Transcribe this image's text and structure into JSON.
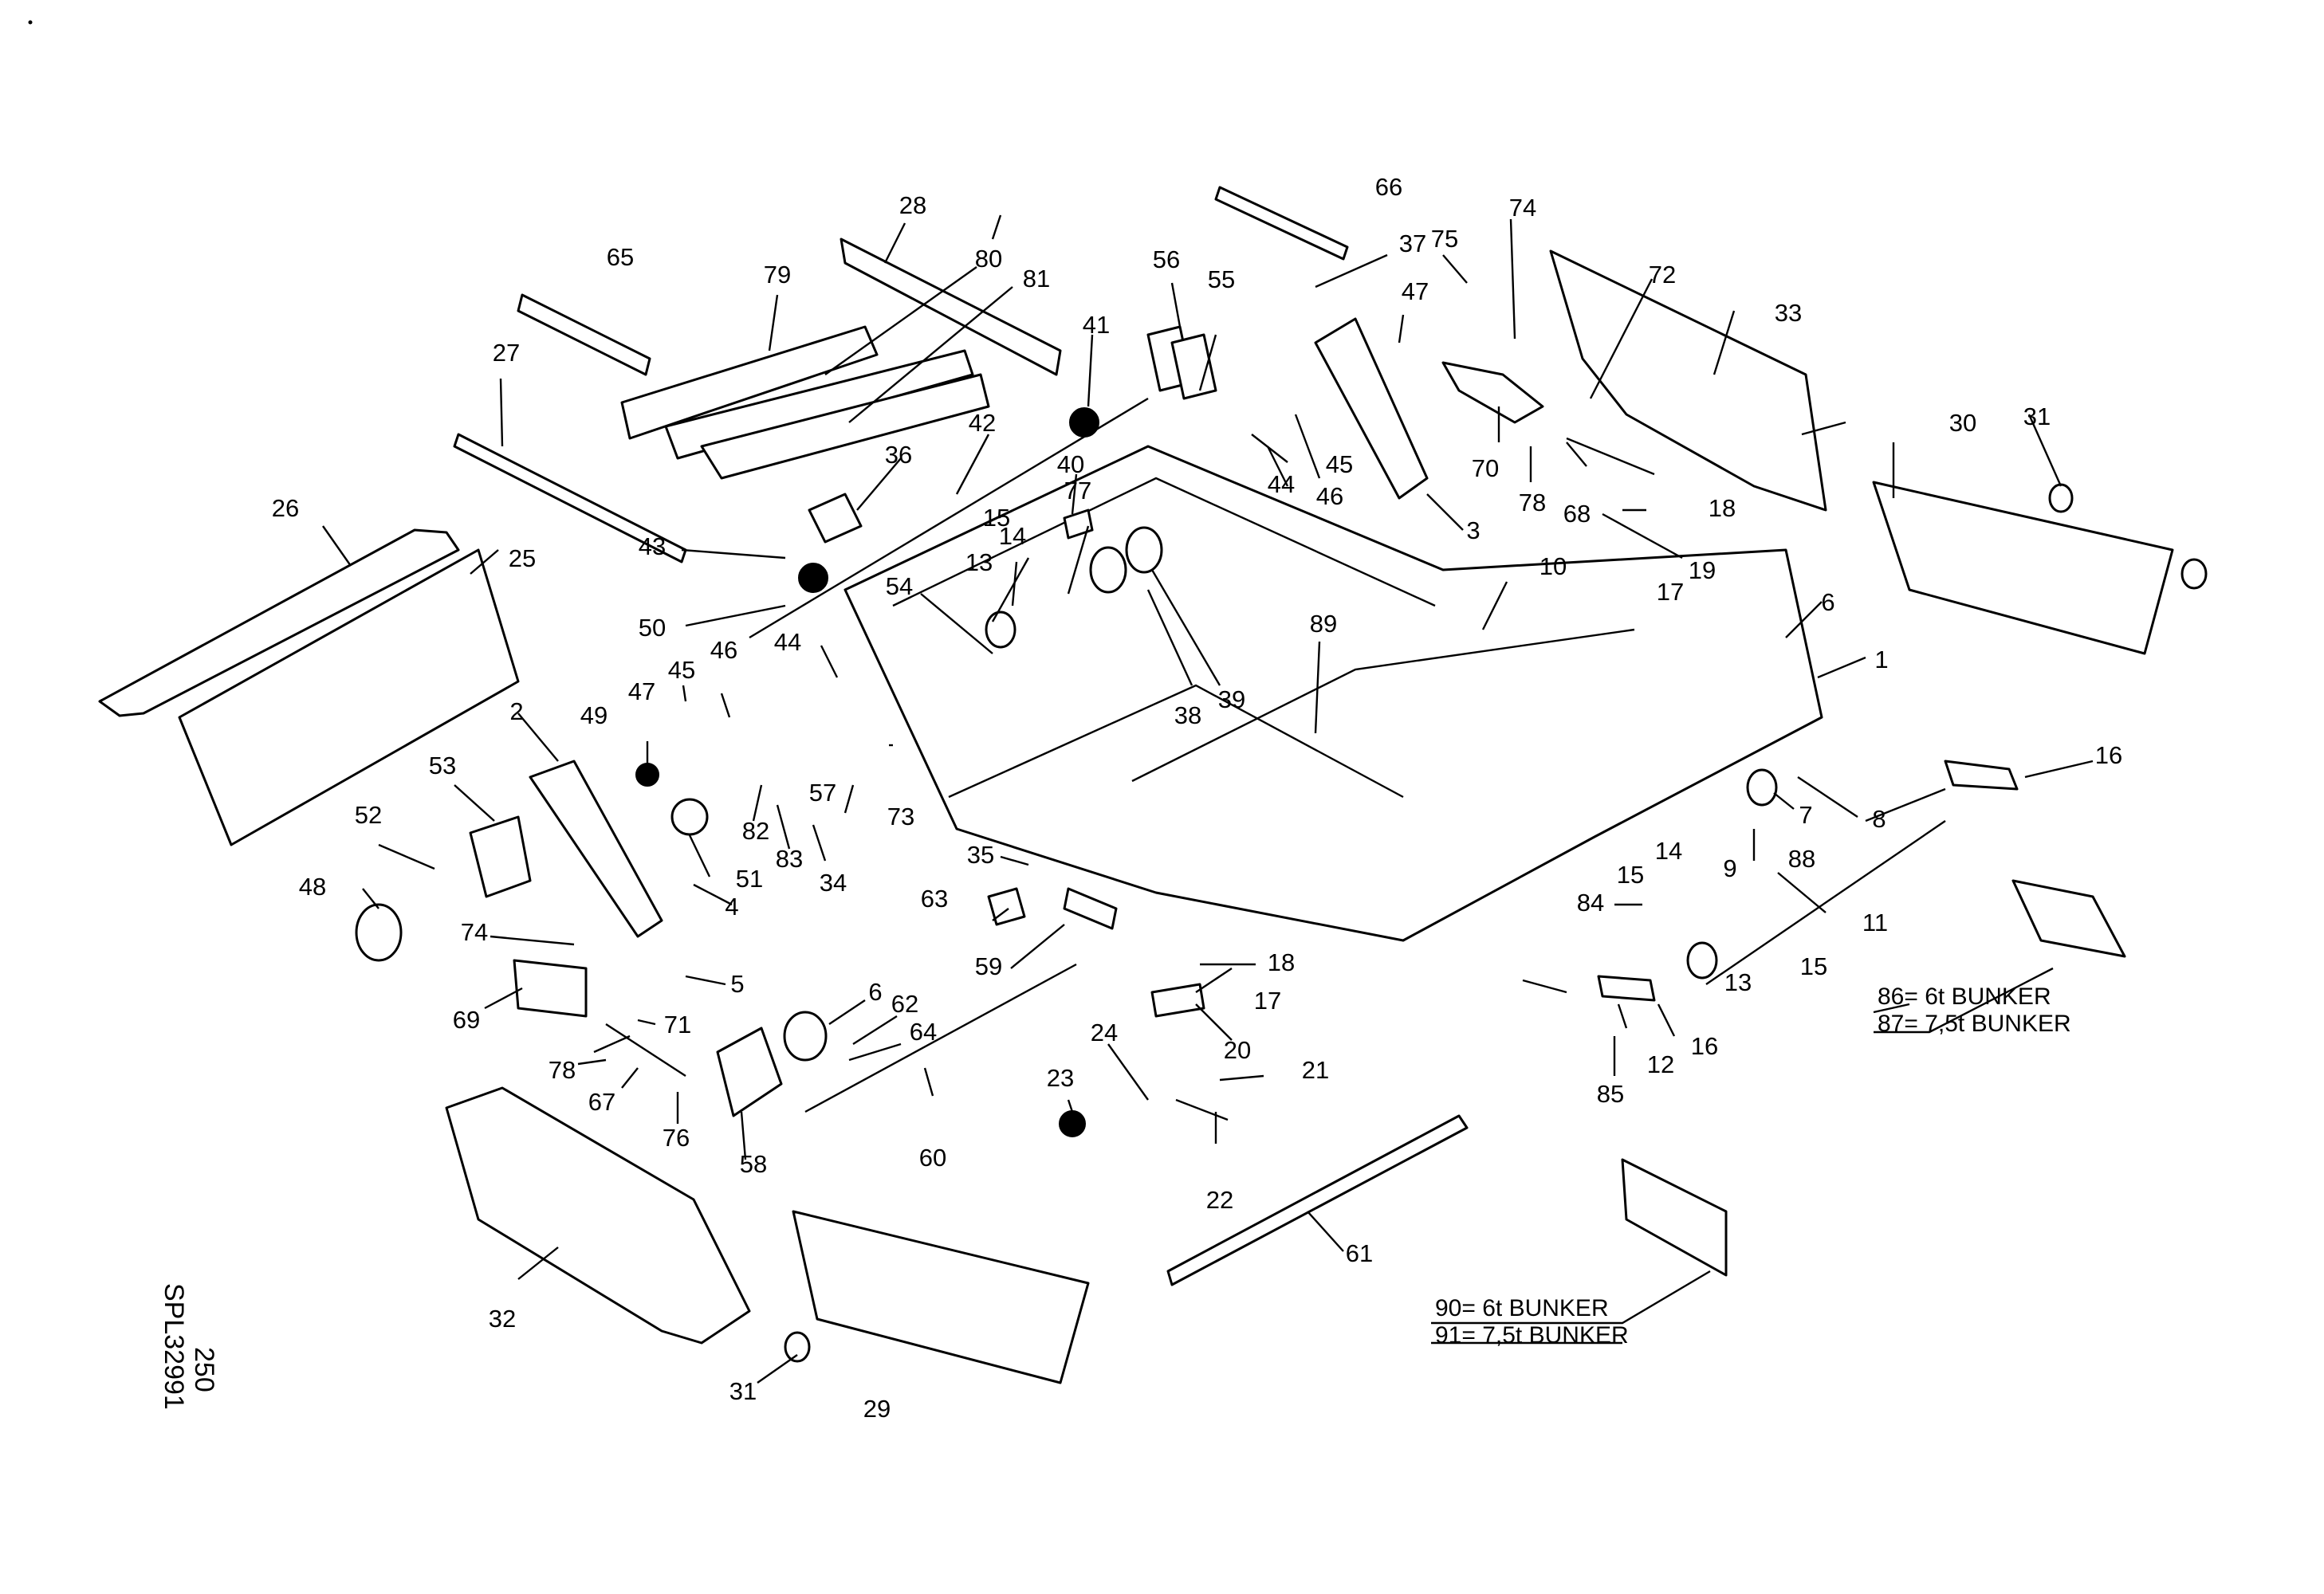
{
  "drawing": {
    "page_number": "250",
    "sheet_code": "SPL32991",
    "notes": {
      "bunker_86": "86= 6t BUNKER",
      "bunker_87": "87= 7,5t BUNKER",
      "bunker_90": "90= 6t BUNKER",
      "bunker_91": "91= 7,5t BUNKER"
    },
    "callouts": [
      "1",
      "2",
      "3",
      "4",
      "5",
      "6",
      "6",
      "7",
      "8",
      "9",
      "10",
      "11",
      "12",
      "13",
      "13",
      "14",
      "14",
      "15",
      "15",
      "15",
      "16",
      "16",
      "17",
      "17",
      "18",
      "18",
      "19",
      "20",
      "21",
      "22",
      "23",
      "24",
      "25",
      "26",
      "27",
      "28",
      "29",
      "30",
      "31",
      "31",
      "32",
      "33",
      "34",
      "35",
      "36",
      "37",
      "38",
      "39",
      "40",
      "41",
      "42",
      "43",
      "44",
      "44",
      "45",
      "45",
      "46",
      "46",
      "47",
      "47",
      "48",
      "49",
      "50",
      "51",
      "52",
      "53",
      "54",
      "55",
      "56",
      "57",
      "58",
      "59",
      "60",
      "61",
      "62",
      "63",
      "64",
      "65",
      "66",
      "67",
      "68",
      "69",
      "70",
      "71",
      "72",
      "73",
      "74",
      "74",
      "75",
      "76",
      "77",
      "78",
      "78",
      "79",
      "80",
      "81",
      "82",
      "83",
      "84",
      "85",
      "88",
      "89"
    ]
  }
}
